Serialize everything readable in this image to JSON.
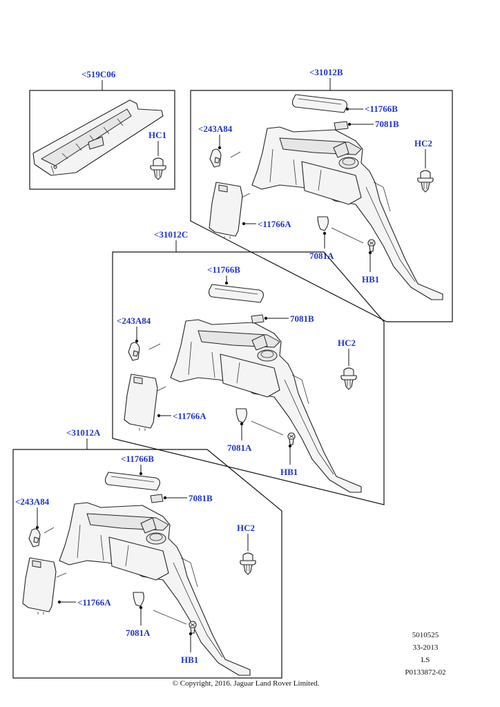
{
  "groups": {
    "g519c06": {
      "label": "<519C06",
      "hc1": "HC1"
    },
    "g31012b": {
      "label": "<31012B",
      "cover": "<11766B",
      "clip_b": "7081B",
      "side_clip": "<243A84",
      "hc2": "HC2",
      "panel": "<11766A",
      "clip_a": "7081A",
      "hb1": "HB1"
    },
    "g31012c": {
      "label": "<31012C",
      "cover": "<11766B",
      "clip_b": "7081B",
      "side_clip": "<243A84",
      "hc2": "HC2",
      "panel": "<11766A",
      "clip_a": "7081A",
      "hb1": "HB1"
    },
    "g31012a": {
      "label": "<31012A",
      "cover": "<11766B",
      "clip_b": "7081B",
      "side_clip": "<243A84",
      "hc2": "HC2",
      "panel": "<11766A",
      "clip_a": "7081A",
      "hb1": "HB1"
    }
  },
  "footer": {
    "ref1": "5010525",
    "ref2": "33-2013",
    "ref3": "LS",
    "ref4": "P0133872-02",
    "copyright": "© Copyright, 2016. Jaguar Land Rover Limited."
  }
}
